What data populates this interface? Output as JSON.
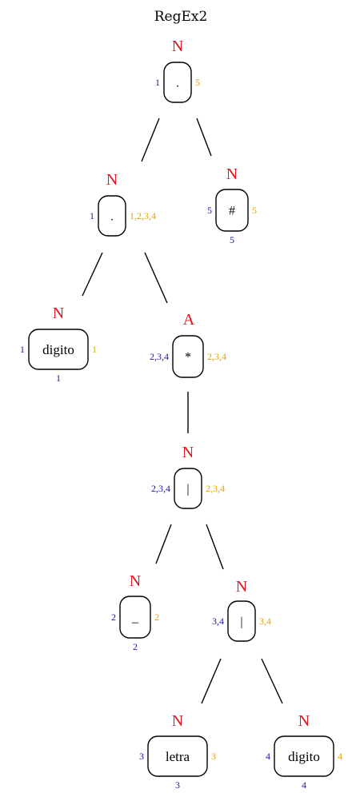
{
  "title": "RegEx2",
  "colors": {
    "nullable": "#e0161e",
    "firstpos": "#1a1aa6",
    "lastpos": "#e8a100",
    "line": "#000000"
  },
  "nodes": [
    {
      "id": "n1",
      "symbol": ".",
      "nullable": "N",
      "firstpos": "1",
      "lastpos": "5",
      "followpos": ""
    },
    {
      "id": "n2",
      "symbol": ".",
      "nullable": "N",
      "firstpos": "1",
      "lastpos": "1,2,3,4",
      "followpos": ""
    },
    {
      "id": "n3",
      "symbol": "#",
      "nullable": "N",
      "firstpos": "5",
      "lastpos": "5",
      "followpos": "5"
    },
    {
      "id": "n4",
      "symbol": "digito",
      "nullable": "N",
      "firstpos": "1",
      "lastpos": "1",
      "followpos": "1"
    },
    {
      "id": "n5",
      "symbol": "*",
      "nullable": "A",
      "firstpos": "2,3,4",
      "lastpos": "2,3,4",
      "followpos": ""
    },
    {
      "id": "n6",
      "symbol": "|",
      "nullable": "N",
      "firstpos": "2,3,4",
      "lastpos": "2,3,4",
      "followpos": ""
    },
    {
      "id": "n7",
      "symbol": "_",
      "nullable": "N",
      "firstpos": "2",
      "lastpos": "2",
      "followpos": "2"
    },
    {
      "id": "n8",
      "symbol": "|",
      "nullable": "N",
      "firstpos": "3,4",
      "lastpos": "3,4",
      "followpos": ""
    },
    {
      "id": "n9",
      "symbol": "letra",
      "nullable": "N",
      "firstpos": "3",
      "lastpos": "3",
      "followpos": "3"
    },
    {
      "id": "n10",
      "symbol": "digito",
      "nullable": "N",
      "firstpos": "4",
      "lastpos": "4",
      "followpos": "4"
    }
  ],
  "edges": [
    {
      "from": "n1",
      "to": "n2"
    },
    {
      "from": "n1",
      "to": "n3"
    },
    {
      "from": "n2",
      "to": "n4"
    },
    {
      "from": "n2",
      "to": "n5"
    },
    {
      "from": "n5",
      "to": "n6"
    },
    {
      "from": "n6",
      "to": "n7"
    },
    {
      "from": "n6",
      "to": "n8"
    },
    {
      "from": "n8",
      "to": "n9"
    },
    {
      "from": "n8",
      "to": "n10"
    }
  ]
}
